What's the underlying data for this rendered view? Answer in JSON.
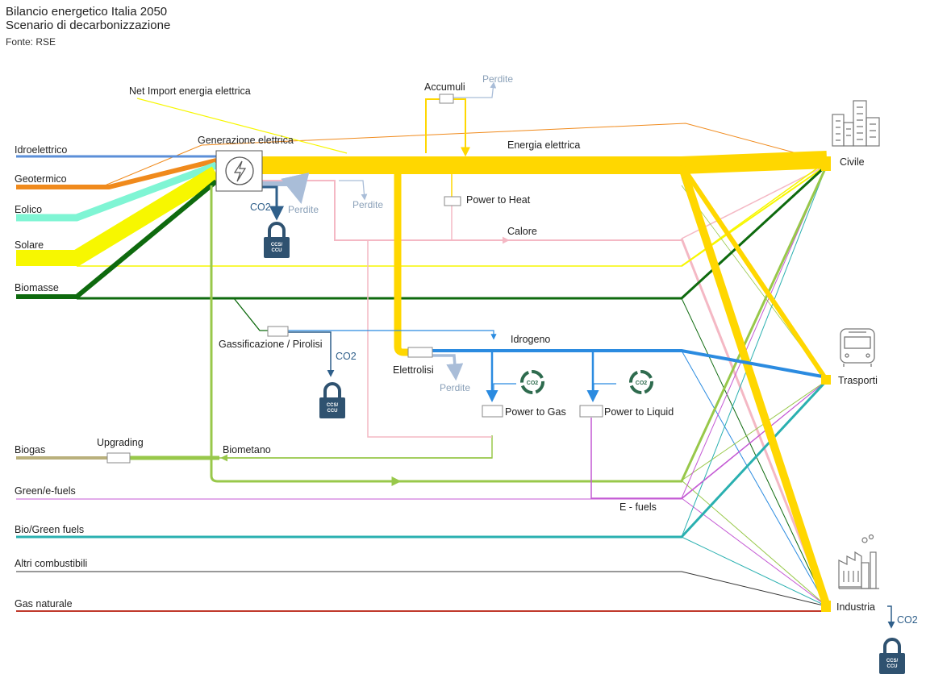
{
  "header": {
    "title_line1": "Bilancio energetico Italia 2050",
    "title_line2": "Scenario di decarbonizzazione",
    "source": "Fonte: RSE"
  },
  "sources": {
    "net_import": "Net Import energia elettrica",
    "idroelettrico": "Idroelettrico",
    "geotermico": "Geotermico",
    "eolico": "Eolico",
    "solare": "Solare",
    "biomasse": "Biomasse",
    "biogas": "Biogas",
    "green_efuels": "Green/e-fuels",
    "bio_green_fuels": "Bio/Green fuels",
    "altri_combustibili": "Altri combustibili",
    "gas_naturale": "Gas naturale"
  },
  "nodes": {
    "generazione": "Generazione elettrica",
    "accumuli": "Accumuli",
    "power_to_heat": "Power to Heat",
    "gassificazione": "Gassificazione / Pirolisi",
    "elettrolisi": "Elettrolisi",
    "power_to_gas": "Power to Gas",
    "power_to_liquid": "Power to Liquid",
    "upgrading": "Upgrading"
  },
  "flows": {
    "energia_elettrica": "Energia elettrica",
    "calore": "Calore",
    "idrogeno": "Idrogeno",
    "biometano": "Biometano",
    "e_fuels": "E - fuels"
  },
  "losses": {
    "perdite_accumuli": "Perdite",
    "perdite_generazione": "Perdite",
    "perdite_rete": "Perdite",
    "perdite_elettrolisi": "Perdite"
  },
  "co2": {
    "generazione": "CO2",
    "gassificazione": "CO2",
    "industria": "CO2",
    "badge_text": "CO2",
    "ccs_line1": "CCS/",
    "ccs_line2": "CCU"
  },
  "sectors": {
    "civile": "Civile",
    "trasporti": "Trasporti",
    "industria": "Industria"
  },
  "colors": {
    "electricity": "#ffd700",
    "hydro": "#5b8fd8",
    "geothermal": "#f08a1c",
    "wind": "#7ff5d4",
    "solar": "#f7f700",
    "biomass": "#0e6a0e",
    "biogas": "#b9b07c",
    "biomethane": "#98c84a",
    "green_efuels": "#c45ad4",
    "bio_green": "#2ab0b0",
    "other": "#333333",
    "natural_gas": "#c0392b",
    "heat": "#f4b8c4",
    "hydrogen": "#2b8be0",
    "co2": "#2f5f8a",
    "loss": "#a9bdd8",
    "lock": "#2f5270",
    "recycle": "#2e6b4e"
  },
  "icons": {
    "generation": "lightning-icon",
    "civile": "buildings-icon",
    "trasporti": "bus-icon",
    "industria": "factory-icon",
    "ccs": "padlock-icon",
    "recycle": "co2-recycle-icon"
  }
}
